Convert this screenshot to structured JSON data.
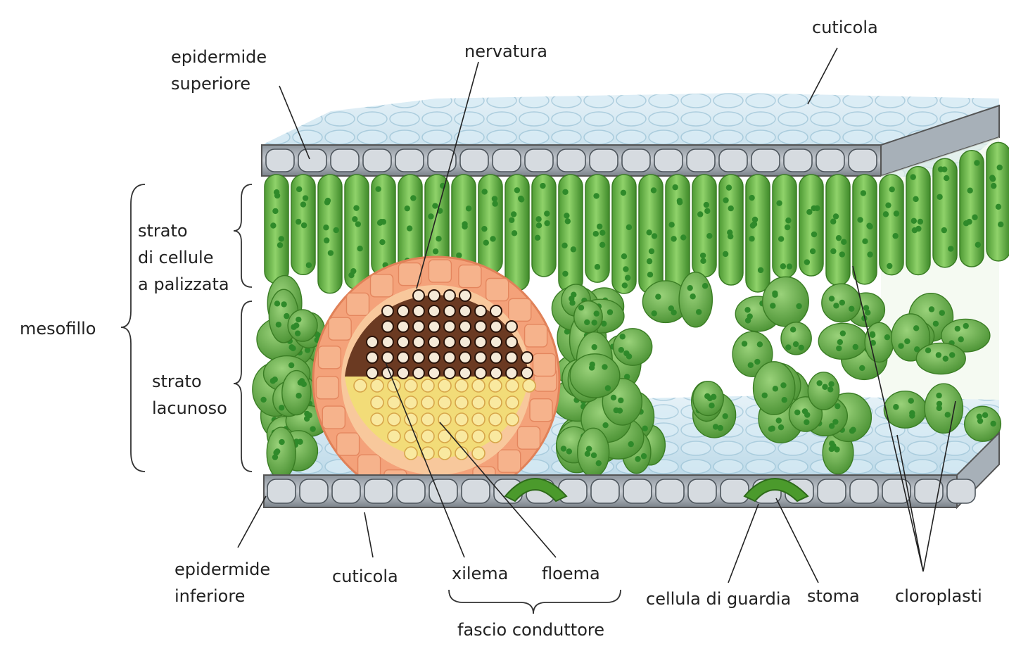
{
  "labels": {
    "cuticle_top": "cuticola",
    "upper_epidermis": [
      "epidermide",
      "superiore"
    ],
    "vein": "nervatura",
    "palisade": [
      "strato",
      "di cellule",
      "a palizzata"
    ],
    "mesophyll": "mesofillo",
    "spongy": [
      "strato",
      "lacunoso"
    ],
    "lower_epidermis": [
      "epidermide",
      "inferiore"
    ],
    "cuticle_bottom": "cuticola",
    "xylem": "xilema",
    "phloem": "floema",
    "vascular_bundle": "fascio conduttore",
    "guard_cell": "cellula di guardia",
    "stoma": "stoma",
    "chloroplasts": "cloroplasti"
  },
  "colors": {
    "leaf_green": "#5fae3e",
    "chloroplast": "#2f8a2a",
    "epidermis": "#c7ccd2",
    "bundle_sheath": "#f4a27a",
    "xylem": "#6b3a22",
    "phloem": "#f2dc78",
    "air_surface": "#cfe6f2"
  }
}
